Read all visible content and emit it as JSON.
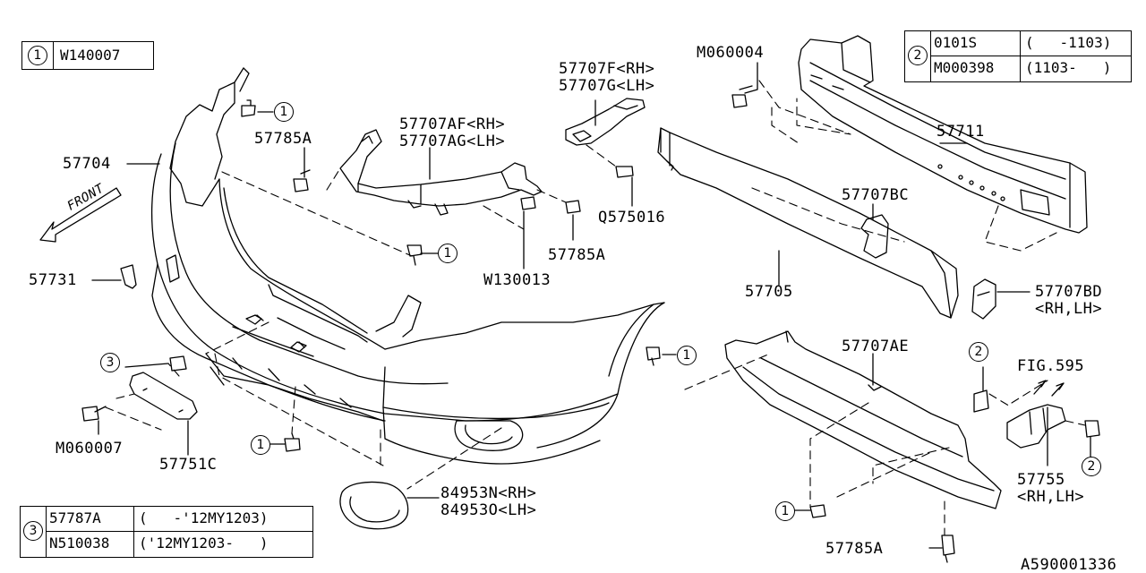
{
  "diagram_code": "A590001336",
  "front_label": "FRONT",
  "ref_tables": [
    {
      "marker": "1",
      "rows": [
        {
          "part": "W140007",
          "range": ""
        }
      ]
    },
    {
      "marker": "2",
      "rows": [
        {
          "part": "0101S",
          "range": "(   -1103)"
        },
        {
          "part": "M000398",
          "range": "(1103-   )"
        }
      ]
    },
    {
      "marker": "3",
      "rows": [
        {
          "part": "57787A",
          "range": "(   -'12MY1203)"
        },
        {
          "part": "N510038",
          "range": "('12MY1203-   )"
        }
      ]
    }
  ],
  "callouts": [
    {
      "id": "57704",
      "text": "57704"
    },
    {
      "id": "57785a-top",
      "text": "57785A"
    },
    {
      "id": "57707af",
      "text": "57707AF<RH>\n57707AG<LH>"
    },
    {
      "id": "57707f",
      "text": "57707F<RH>\n57707G<LH>"
    },
    {
      "id": "m060004",
      "text": "M060004"
    },
    {
      "id": "57711",
      "text": "57711"
    },
    {
      "id": "57731",
      "text": "57731"
    },
    {
      "id": "q575016",
      "text": "Q575016"
    },
    {
      "id": "57785a-mid",
      "text": "57785A"
    },
    {
      "id": "w130013",
      "text": "W130013"
    },
    {
      "id": "57707bc",
      "text": "57707BC"
    },
    {
      "id": "57705",
      "text": "57705"
    },
    {
      "id": "57707bd",
      "text": "57707BD\n<RH,LH>"
    },
    {
      "id": "57707ae",
      "text": "57707AE"
    },
    {
      "id": "fig595",
      "text": "FIG.595"
    },
    {
      "id": "m060007",
      "text": "M060007"
    },
    {
      "id": "57751c",
      "text": "57751C"
    },
    {
      "id": "84953n",
      "text": "84953N<RH>\n84953O<LH>"
    },
    {
      "id": "57755",
      "text": "57755\n<RH,LH>"
    },
    {
      "id": "57785a-bot",
      "text": "57785A"
    }
  ],
  "markers": [
    {
      "id": "m1-a",
      "text": "1"
    },
    {
      "id": "m1-b",
      "text": "1"
    },
    {
      "id": "m1-c",
      "text": "1"
    },
    {
      "id": "m1-d",
      "text": "1"
    },
    {
      "id": "m1-e",
      "text": "1"
    },
    {
      "id": "m2-a",
      "text": "2"
    },
    {
      "id": "m2-b",
      "text": "2"
    },
    {
      "id": "m3-a",
      "text": "3"
    }
  ]
}
